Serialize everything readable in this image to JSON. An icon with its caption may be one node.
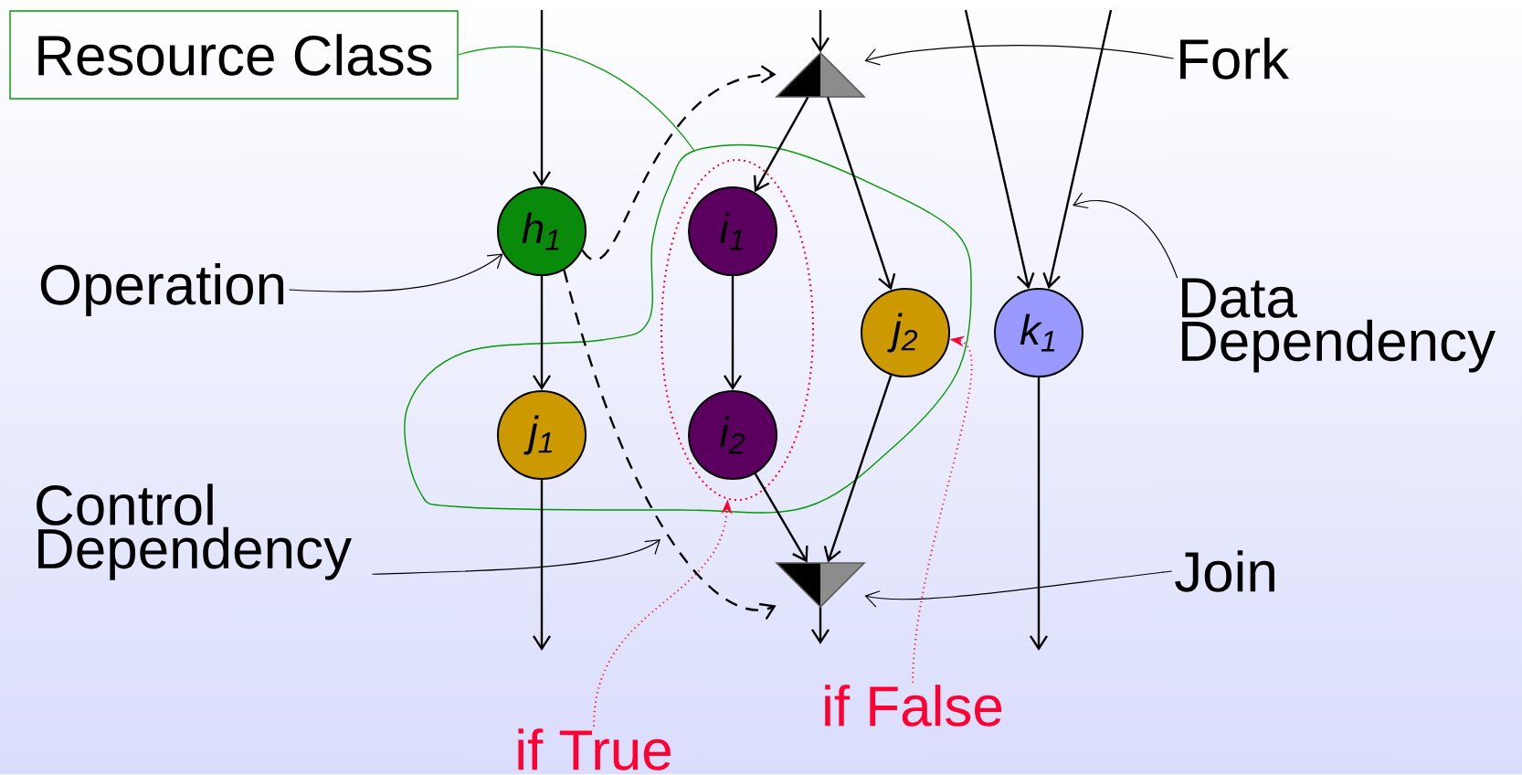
{
  "diagram": {
    "nodes": [
      {
        "text": [
          "Resource Class"
        ]
      },
      {
        "text": [
          "Fork"
        ]
      },
      {
        "text": [],
        "shape": "triangle"
      },
      {
        "text": [
          "h$_{1}$"
        ]
      },
      {
        "text": [
          "Operation"
        ]
      },
      {
        "text": [],
        "shape": "ellipse"
      },
      {
        "text": [
          "i$_{1}$"
        ],
        "in": 5
      },
      {
        "text": [
          "i$_{2}$"
        ],
        "in": 5
      },
      {
        "text": [
          "j$_{2}$"
        ]
      },
      {
        "text": [
          "k$_{1}$"
        ]
      },
      {
        "text": [
          "Data Dependency"
        ]
      },
      {
        "text": [
          "j$_{1}$"
        ]
      },
      {
        "text": [
          "Control Dependency"
        ]
      },
      {
        "text": [],
        "shape": "triangle"
      },
      {
        "text": [
          "Join"
        ]
      },
      {
        "text": [
          "if False"
        ]
      },
      {
        "text": [
          "if True"
        ]
      }
    ],
    "edges": [
      {
        "from": null,
        "to": 3,
        "arrow": "to"
      },
      {
        "from": 3,
        "to": 11,
        "arrow": "to"
      },
      {
        "from": 11,
        "to": null,
        "arrow": "to"
      },
      {
        "from": null,
        "to": 2,
        "arrow": "to"
      },
      {
        "from": 2,
        "to": 6,
        "arrow": "to"
      },
      {
        "from": 2,
        "to": 8,
        "arrow": "to"
      },
      {
        "from": 6,
        "to": 7,
        "arrow": "to"
      },
      {
        "from": 7,
        "to": 13,
        "arrow": "to"
      },
      {
        "from": 8,
        "to": 13,
        "arrow": "to"
      },
      {
        "from": 13,
        "to": null,
        "arrow": "to"
      },
      {
        "from": null,
        "to": 9,
        "arrow": "to"
      },
      {
        "from": null,
        "to": 9,
        "arrow": "to"
      },
      {
        "from": 9,
        "to": null,
        "arrow": "to"
      },
      {
        "from": 3,
        "to": 2,
        "arrow": "to",
        "style": "dashed"
      },
      {
        "from": 3,
        "to": 13,
        "arrow": "to",
        "style": "dashed"
      },
      {
        "from": 4,
        "to": 3,
        "arrow": "to"
      },
      {
        "from": 12,
        "to": null,
        "arrow": "to"
      },
      {
        "from": 1,
        "to": 2,
        "arrow": "to"
      },
      {
        "from": 14,
        "to": 13,
        "arrow": "to"
      },
      {
        "from": 10,
        "to": null,
        "arrow": "to"
      },
      {
        "from": 0,
        "to": null,
        "arrow": "none",
        "color": "#009900"
      },
      {
        "from": 16,
        "to": 5,
        "arrow": "to",
        "style": "dashed",
        "color": "#ff0033"
      },
      {
        "from": 15,
        "to": 8,
        "arrow": "to",
        "style": "dashed",
        "color": "#ff0033"
      }
    ]
  }
}
